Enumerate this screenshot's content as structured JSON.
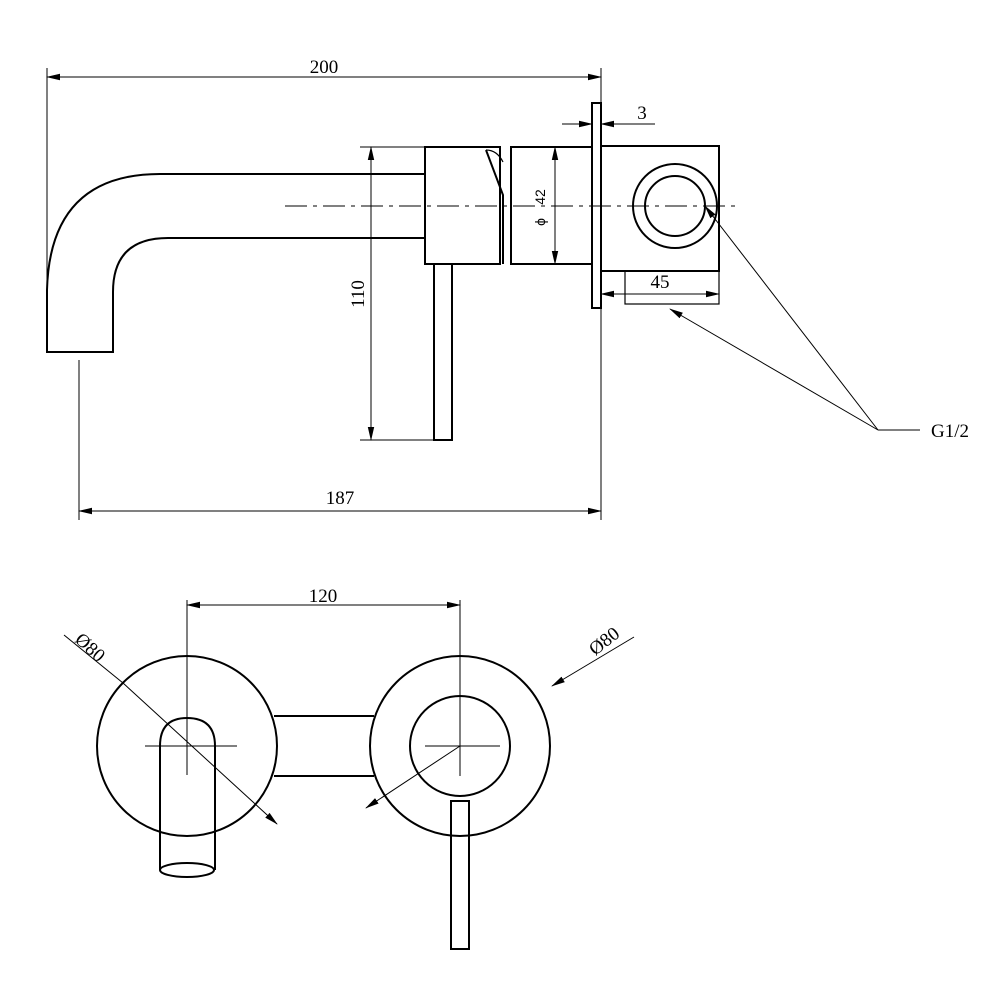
{
  "side_view": {
    "overall_length": "200",
    "projection_length": "187",
    "height": "110",
    "diameter_symbol": "ϕ",
    "diameter_value": "42",
    "plate_thickness": "3",
    "body_depth": "45",
    "thread": "G1/2"
  },
  "front_view": {
    "centre_distance": "120",
    "plate_diameter_left": "Ø80",
    "plate_diameter_right": "Ø80"
  }
}
